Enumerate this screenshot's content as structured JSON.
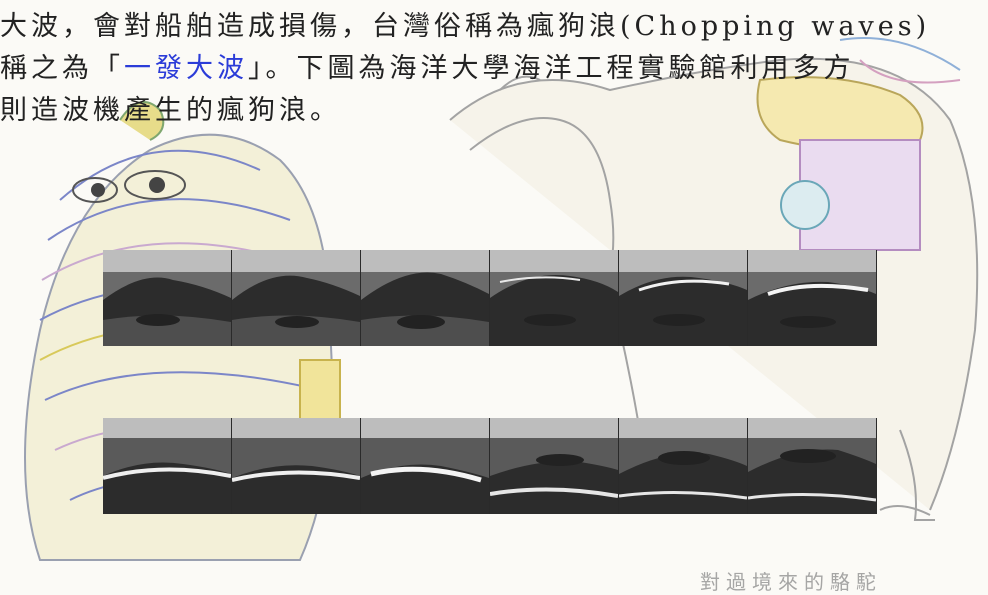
{
  "text": {
    "line1": "大波，會對船舶造成損傷，台灣俗稱為瘋狗浪(Chopping waves)",
    "line2_before": "稱之為「",
    "line2_link": "一發大波",
    "line2_after": "」。下圖為海洋大學海洋工程實驗館利用多方",
    "line3": "則造波機產生的瘋狗浪。"
  },
  "caption": "對過境來的駱駝",
  "colors": {
    "text": "#222222",
    "link": "#2b3cd8",
    "photo_dark": "#2c2c2c",
    "photo_mid": "#5a5a5a",
    "photo_light": "#bdbdbd"
  }
}
